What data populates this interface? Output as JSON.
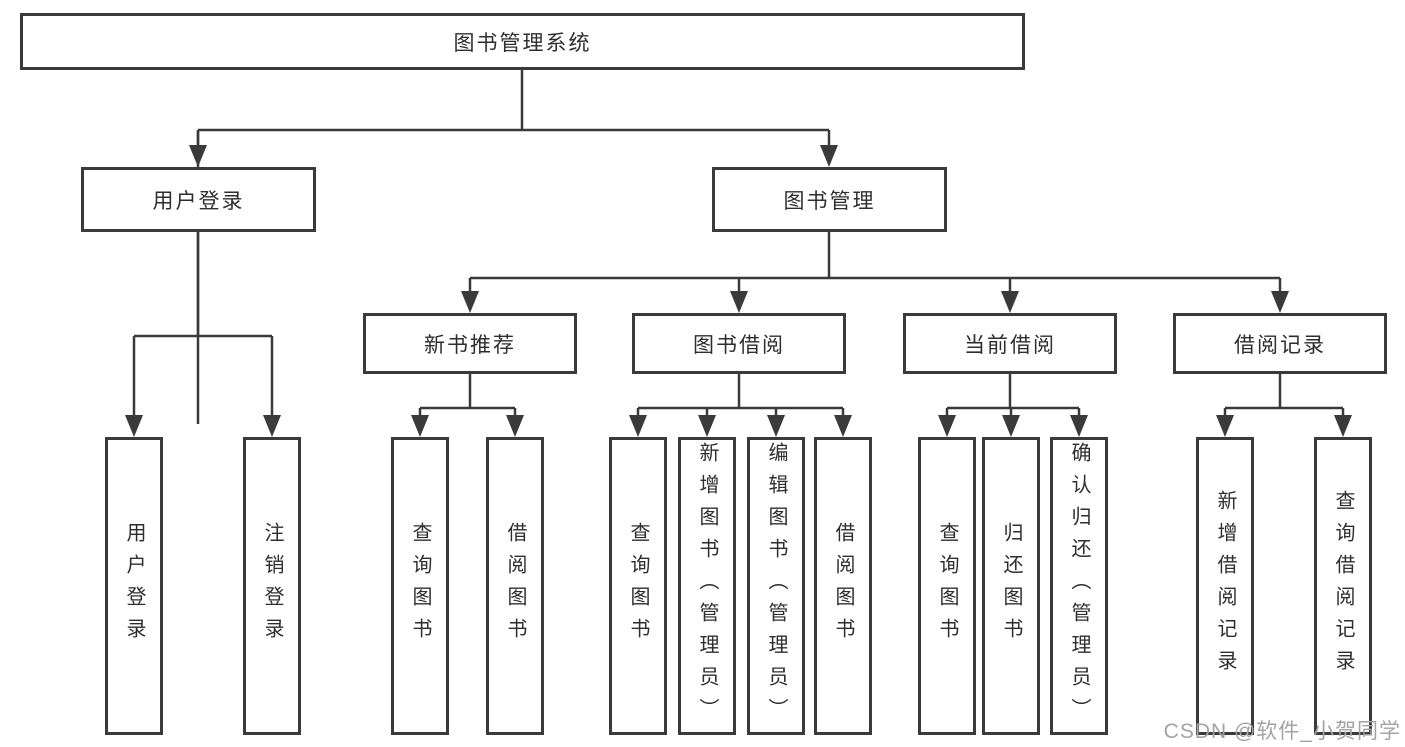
{
  "colors": {
    "line": "#3a3a3a",
    "text": "#2e2e2e",
    "watermark": "#a3a3a3"
  },
  "nodes": {
    "root": {
      "label": "图书管理系统"
    },
    "level2": [
      {
        "label": "用户登录"
      },
      {
        "label": "图书管理"
      }
    ],
    "level3": [
      {
        "label": "新书推荐",
        "parent": "图书管理"
      },
      {
        "label": "图书借阅",
        "parent": "图书管理"
      },
      {
        "label": "当前借阅",
        "parent": "图书管理"
      },
      {
        "label": "借阅记录",
        "parent": "图书管理"
      }
    ],
    "leaves": [
      {
        "label": "用户登录",
        "parent": "用户登录"
      },
      {
        "label": "注销登录",
        "parent": "用户登录"
      },
      {
        "label": "查询图书",
        "parent": "新书推荐"
      },
      {
        "label": "借阅图书",
        "parent": "新书推荐"
      },
      {
        "label": "查询图书",
        "parent": "图书借阅"
      },
      {
        "label": "新增图书（管理员）",
        "parent": "图书借阅"
      },
      {
        "label": "编辑图书（管理员）",
        "parent": "图书借阅"
      },
      {
        "label": "借阅图书",
        "parent": "图书借阅"
      },
      {
        "label": "查询图书",
        "parent": "当前借阅"
      },
      {
        "label": "归还图书",
        "parent": "当前借阅"
      },
      {
        "label": "确认归还（管理员）",
        "parent": "当前借阅"
      },
      {
        "label": "新增借阅记录",
        "parent": "借阅记录"
      },
      {
        "label": "查询借阅记录",
        "parent": "借阅记录"
      }
    ]
  },
  "watermark": {
    "text": "CSDN @软件_小贺同学"
  }
}
